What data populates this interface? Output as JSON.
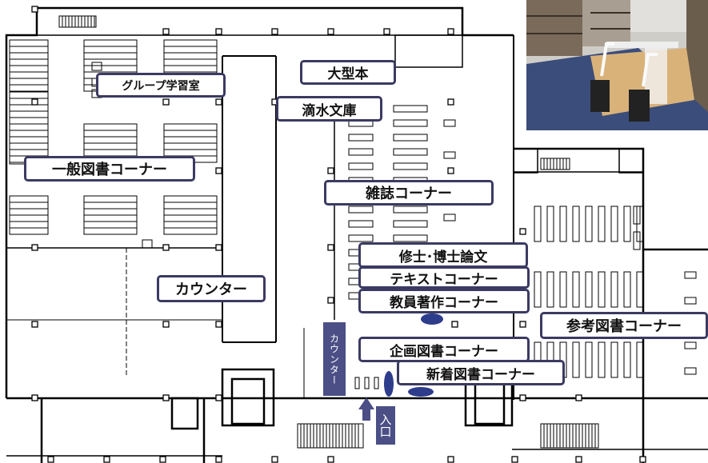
{
  "map": {
    "labels": {
      "group_study": "グループ学習室",
      "oversize": "大型本",
      "tekisui": "滴水文庫",
      "general": "一般図書コーナー",
      "magazines": "雑誌コーナー",
      "theses": "修士･博士論文",
      "textbooks": "テキストコーナー",
      "faculty": "教員著作コーナー",
      "counter": "カウンター",
      "reference": "参考図書コーナー",
      "exhibit": "企画図書コーナー",
      "new_books": "新着図書コーナー",
      "counter_vertical": "カウンター",
      "entrance": "入口"
    },
    "colors": {
      "wall": "#000000",
      "label_border": "#3a3a62",
      "accent": "#4b4f86",
      "marker": "#2e3c8c"
    }
  }
}
